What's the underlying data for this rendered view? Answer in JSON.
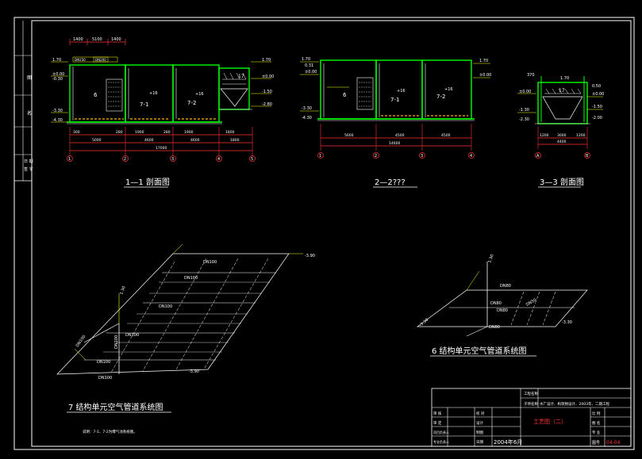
{
  "colors": {
    "background": "#000000",
    "frame": "#ffffff",
    "structure": "#00ff00",
    "dimension": "#ff3333",
    "leader": "#ffff00",
    "text": "#ffffff",
    "accent": "#ffaa00"
  },
  "left_strip": [
    "图",
    "名",
    "日 期",
    "签 字"
  ],
  "section_titles": {
    "s11": "1—1 剖面图",
    "s22": "2—2???",
    "s33": "3—3 剖面图"
  },
  "s11": {
    "top_dims": [
      "1400",
      "5100",
      "1400"
    ],
    "levels_left": [
      "1.70",
      "±0.00",
      "-0.30",
      "-3.30",
      "-4.30"
    ],
    "levels_right": [
      "1.70",
      "±0.00",
      "-1.50",
      "-2.80"
    ],
    "chambers": [
      "6",
      "7-1",
      "7-2",
      "17"
    ],
    "chamber_values": [
      "+16",
      "+16"
    ],
    "bottom_dims_1": [
      "300",
      "280",
      "1900",
      "280",
      "1900",
      "1800"
    ],
    "bottom_dims_2": [
      "5000",
      "4600",
      "4600",
      "1800"
    ],
    "bottom_total": "17000",
    "axes": [
      "1",
      "2",
      "3",
      "4",
      "5"
    ]
  },
  "s22": {
    "levels_left": [
      "1.70",
      "0.31",
      "±0.00",
      "-3.30",
      "-4.30"
    ],
    "levels_right": [
      "1.70",
      "±0.00"
    ],
    "chambers": [
      "6",
      "7-1",
      "7-2"
    ],
    "chamber_values": [
      "+16",
      "+16"
    ],
    "bottom_dims": [
      "5600",
      "4500",
      "4500"
    ],
    "bottom_total": "14600",
    "axes": [
      "1",
      "2",
      "3",
      "4"
    ]
  },
  "s33": {
    "levels_left": [
      "370",
      "1.70",
      "±0.00",
      "-1.30",
      "-2.30"
    ],
    "levels_right": [
      "0.50",
      "±0.00",
      "-1.50",
      "-2.00"
    ],
    "chamber": "17",
    "bottom_dims": [
      "1200",
      "3000",
      "1200"
    ],
    "bottom_total": "4400",
    "axes": [
      "A",
      "B"
    ]
  },
  "pipe7": {
    "labels": [
      "DN100",
      "DN100",
      "DN100",
      "DN100",
      "DN100",
      "DN100",
      "DN100",
      "DN100"
    ],
    "elevations": [
      "-3.90",
      "1.30",
      "-3.90"
    ],
    "title": "7 结构单元空气管道系统图",
    "note": "说明：7-1、7-2为曝气池系统图。"
  },
  "pipe6": {
    "labels": [
      "DN80",
      "DN80",
      "DN80",
      "DN50",
      "DN80"
    ],
    "elevations": [
      "1.30",
      "-3.30",
      "-3.30"
    ],
    "title": "6 结构单元空气管道系统图"
  },
  "title_block": {
    "project_label": "工程名称",
    "project_name": "水厂设计、构筑物设计、2003年、二期工程",
    "sub_label": "子项名称",
    "drawing_title": "工艺图（二）",
    "date": "2004年6月",
    "drawing_no_label": "图号",
    "drawing_no": "04-04",
    "rows": [
      [
        "审 核",
        "",
        "校 对",
        ""
      ],
      [
        "审 定",
        "",
        "设计",
        ""
      ],
      [
        "项目负责人",
        "",
        "制图",
        ""
      ],
      [
        "专业负责人",
        "",
        "日期",
        ""
      ]
    ],
    "right_labels": [
      "比 例",
      "图 名",
      "专 业",
      "图 号"
    ]
  }
}
